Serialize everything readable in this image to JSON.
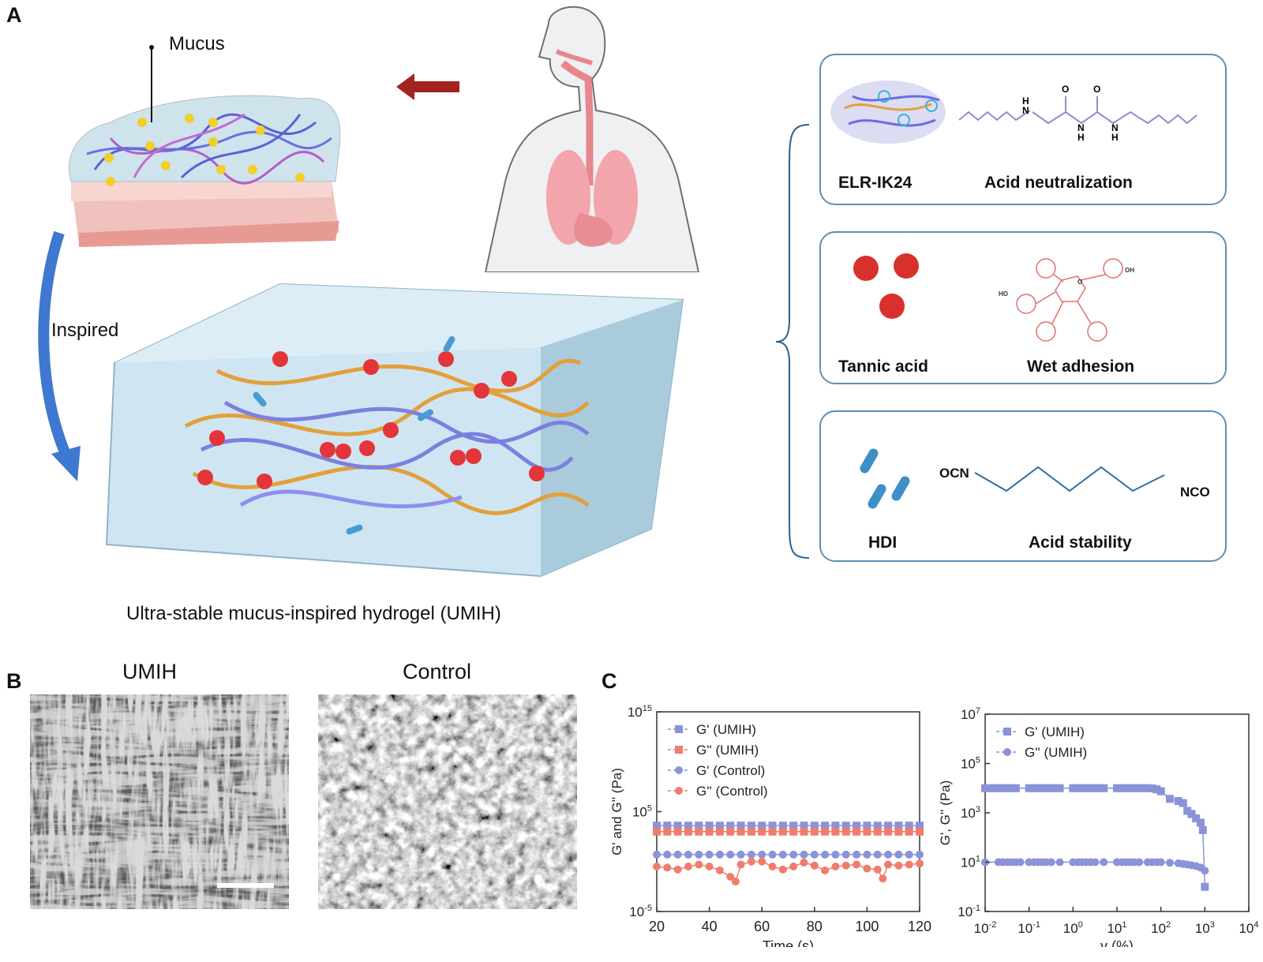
{
  "panel_a": {
    "letter": "A",
    "mucus_label": "Mucus",
    "inspired_label": "Inspired",
    "caption": "Ultra-stable mucus-inspired hydrogel (UMIH)",
    "components": [
      {
        "name": "ELR-IK24",
        "function": "Acid neutralization",
        "chem_labels": [
          "H",
          "N",
          "O",
          "O",
          "N",
          "H",
          "N",
          "H"
        ]
      },
      {
        "name": "Tannic acid",
        "function": "Wet adhesion",
        "chem_labels": [
          "OH",
          "HO",
          "O"
        ]
      },
      {
        "name": "HDI",
        "function": "Acid stability",
        "chem_labels": [
          "OCN",
          "NCO"
        ]
      }
    ],
    "colors": {
      "box_border": "#5f8fb5",
      "arrow_red": "#a3231f",
      "arrow_blue": "#3f78d0",
      "tannic": "#d8302c",
      "hdi": "#3d8fc8"
    }
  },
  "panel_b": {
    "letter": "B",
    "images": [
      {
        "title": "UMIH"
      },
      {
        "title": "Control"
      }
    ]
  },
  "panel_c": {
    "letter": "C"
  },
  "chart_data": [
    {
      "type": "scatter",
      "xlabel": "Time (s)",
      "ylabel": "G' and G'' (Pa)",
      "xlim": [
        20,
        120
      ],
      "ylim": [
        1e-05,
        1000000000000000.0
      ],
      "yscale": "log",
      "xticks": [
        "20",
        "40",
        "60",
        "80",
        "100",
        "120"
      ],
      "yticks": [
        {
          "base": "10",
          "exp": "15",
          "value": 1000000000000000.0
        },
        {
          "base": "10",
          "exp": "5",
          "value": 100000.0
        },
        {
          "base": "10",
          "exp": "-5",
          "value": 1e-05
        }
      ],
      "legend_position": "top-left",
      "series": [
        {
          "name": "G' (UMIH)",
          "marker": "square",
          "color": "#8a93d8",
          "x": [
            20,
            24,
            28,
            32,
            36,
            40,
            44,
            48,
            52,
            56,
            60,
            64,
            68,
            72,
            76,
            80,
            84,
            88,
            92,
            96,
            100,
            104,
            108,
            112,
            116,
            120
          ],
          "y": [
            4000,
            4000,
            4000,
            4000,
            4000,
            4000,
            4000,
            4000,
            4000,
            4000,
            4000,
            4000,
            4000,
            4000,
            4000,
            4000,
            4000,
            4000,
            4000,
            4000,
            4000,
            4000,
            4000,
            4000,
            4000,
            4000
          ]
        },
        {
          "name": "G'' (UMIH)",
          "marker": "square",
          "color": "#ef7d6e",
          "x": [
            20,
            24,
            28,
            32,
            36,
            40,
            44,
            48,
            52,
            56,
            60,
            64,
            68,
            72,
            76,
            80,
            84,
            88,
            92,
            96,
            100,
            104,
            108,
            112,
            116,
            120
          ],
          "y": [
            1000,
            1000,
            1000,
            1000,
            1000,
            1000,
            1000,
            1000,
            1000,
            1000,
            1000,
            1000,
            1000,
            1000,
            1000,
            1000,
            1000,
            1000,
            1000,
            1000,
            1000,
            1000,
            1000,
            1000,
            1000,
            1000
          ]
        },
        {
          "name": "G' (Control)",
          "marker": "circle",
          "color": "#8a93d8",
          "x": [
            20,
            24,
            28,
            32,
            36,
            40,
            44,
            48,
            52,
            56,
            60,
            64,
            68,
            72,
            76,
            80,
            84,
            88,
            92,
            96,
            100,
            104,
            108,
            112,
            116,
            120
          ],
          "y": [
            5,
            5,
            5,
            5,
            5,
            5,
            5,
            5,
            5,
            5,
            5,
            5,
            5,
            5,
            5,
            5,
            5,
            5,
            5,
            5,
            5,
            5,
            5,
            5,
            5,
            5
          ]
        },
        {
          "name": "G'' (Control)",
          "marker": "circle",
          "color": "#ef7d6e",
          "x": [
            20,
            24,
            28,
            32,
            36,
            40,
            44,
            48,
            50,
            52,
            56,
            60,
            64,
            68,
            72,
            76,
            80,
            84,
            88,
            92,
            96,
            100,
            104,
            106,
            108,
            112,
            116,
            120
          ],
          "y": [
            0.32,
            0.25,
            0.16,
            0.32,
            0.5,
            0.32,
            0.13,
            0.03,
            0.01,
            0.5,
            1.0,
            1.0,
            0.32,
            0.16,
            0.32,
            0.8,
            0.4,
            0.13,
            0.32,
            0.4,
            0.5,
            0.2,
            0.16,
            0.02,
            0.5,
            0.4,
            0.5,
            0.63
          ]
        }
      ]
    },
    {
      "type": "scatter",
      "xlabel": "γ (%)",
      "ylabel": "G', G'' (Pa)",
      "xscale": "log",
      "yscale": "log",
      "xlim": [
        0.01,
        10000
      ],
      "ylim": [
        0.1,
        10000000.0
      ],
      "xticks": [
        {
          "base": "10",
          "exp": "-2",
          "value": 0.01
        },
        {
          "base": "10",
          "exp": "-1",
          "value": 0.1
        },
        {
          "base": "10",
          "exp": "0",
          "value": 1
        },
        {
          "base": "10",
          "exp": "1",
          "value": 10
        },
        {
          "base": "10",
          "exp": "2",
          "value": 100
        },
        {
          "base": "10",
          "exp": "3",
          "value": 1000
        },
        {
          "base": "10",
          "exp": "4",
          "value": 10000
        }
      ],
      "yticks": [
        {
          "base": "10",
          "exp": "7",
          "value": 10000000.0
        },
        {
          "base": "10",
          "exp": "5",
          "value": 100000.0
        },
        {
          "base": "10",
          "exp": "3",
          "value": 1000
        },
        {
          "base": "10",
          "exp": "1",
          "value": 10
        },
        {
          "base": "10",
          "exp": "-1",
          "value": 0.1
        }
      ],
      "legend_position": "top-left",
      "series": [
        {
          "name": "G' (UMIH)",
          "marker": "square",
          "color": "#8a93d8",
          "x": [
            0.01,
            0.013,
            0.016,
            0.02,
            0.025,
            0.032,
            0.04,
            0.05,
            0.1,
            0.13,
            0.16,
            0.2,
            0.25,
            0.32,
            0.4,
            0.5,
            1,
            1.3,
            1.6,
            2,
            2.5,
            3.2,
            4,
            5,
            10,
            13,
            16,
            20,
            25,
            32,
            40,
            50,
            63,
            80,
            100,
            160,
            250,
            320,
            400,
            500,
            630,
            800,
            900,
            1000
          ],
          "y": [
            10000,
            10000,
            10000,
            10000,
            10000,
            10000,
            10000,
            10000,
            10000,
            10000,
            10000,
            10000,
            10000,
            10000,
            10000,
            10000,
            10000,
            10000,
            10000,
            10000,
            10000,
            10000,
            10000,
            10000,
            10000,
            10000,
            10000,
            10000,
            10000,
            10000,
            10000,
            10000,
            9800,
            9000,
            7500,
            3700,
            3000,
            2500,
            1200,
            900,
            600,
            400,
            200,
            1
          ]
        },
        {
          "name": "G'' (UMIH)",
          "marker": "circle",
          "color": "#8a93d8",
          "x": [
            0.01,
            0.02,
            0.025,
            0.032,
            0.04,
            0.05,
            0.063,
            0.1,
            0.13,
            0.16,
            0.2,
            0.25,
            0.32,
            0.5,
            1,
            1.3,
            1.6,
            2,
            2.5,
            3.2,
            5,
            10,
            13,
            16,
            20,
            25,
            32,
            50,
            63,
            80,
            100,
            160,
            250,
            320,
            400,
            500,
            630,
            800,
            1000
          ],
          "y": [
            10,
            10,
            10,
            10,
            10,
            10,
            10,
            10,
            10,
            10,
            10,
            10,
            10,
            10,
            10,
            10,
            10,
            10,
            10,
            10,
            10,
            10,
            10,
            10,
            10,
            10,
            10,
            10,
            10,
            10,
            10,
            9.5,
            9,
            8.5,
            8,
            7.5,
            7,
            6,
            4.5
          ]
        }
      ]
    }
  ]
}
